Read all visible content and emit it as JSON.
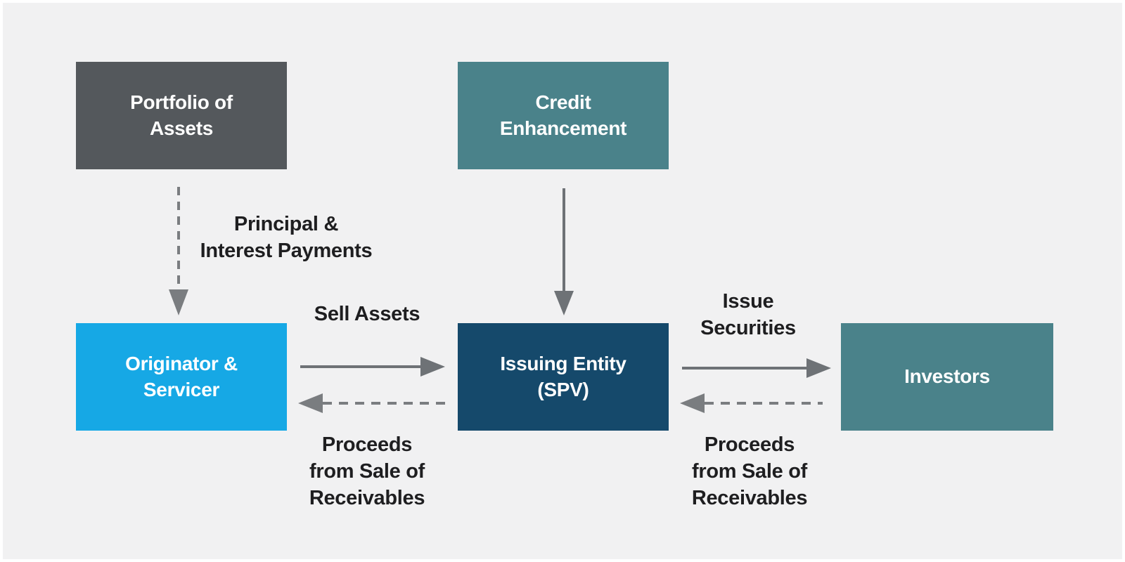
{
  "diagram": {
    "nodes": {
      "portfolio": {
        "label": "Portfolio of\nAssets",
        "color": "#54585c"
      },
      "credit_enhancement": {
        "label": "Credit\nEnhancement",
        "color": "#4a828a"
      },
      "originator": {
        "label": "Originator &\nServicer",
        "color": "#16a8e5"
      },
      "issuing_entity": {
        "label": "Issuing Entity\n(SPV)",
        "color": "#15496b"
      },
      "investors": {
        "label": "Investors",
        "color": "#4a828a"
      }
    },
    "edges": {
      "principal_interest": {
        "label": "Principal &\nInterest Payments",
        "style": "dashed"
      },
      "credit_support": {
        "label": "",
        "style": "solid"
      },
      "sell_assets": {
        "label": "Sell Assets",
        "style": "solid"
      },
      "proceeds_left": {
        "label": "Proceeds\nfrom Sale of\nReceivables",
        "style": "dashed"
      },
      "issue_securities": {
        "label": "Issue\nSecurities",
        "style": "solid"
      },
      "proceeds_right": {
        "label": "Proceeds\nfrom Sale of\nReceivables",
        "style": "dashed"
      }
    },
    "colors": {
      "background": "#f1f1f2",
      "frame": "#ffffff",
      "arrow_solid": "#6e7276",
      "arrow_dashed": "#7a7d80",
      "label_text": "#1e1e20"
    }
  }
}
